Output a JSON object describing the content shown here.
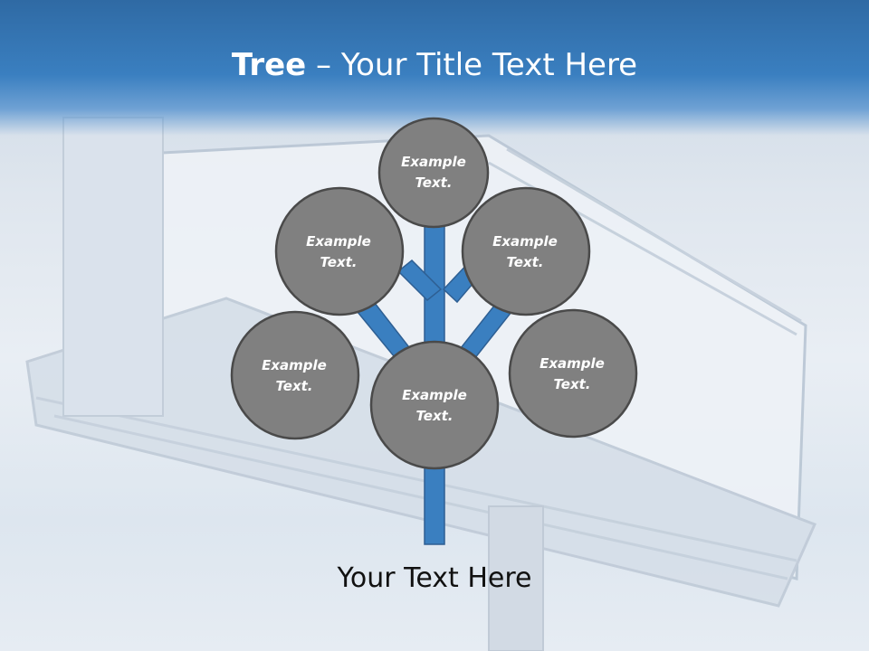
{
  "slide": {
    "title_bold": "Tree",
    "title_rest": " – Your Title Text Here",
    "bottom_text": "Your Text Here"
  },
  "nodes": [
    {
      "id": "top",
      "line1": "Example",
      "line2": "Text."
    },
    {
      "id": "upper-left",
      "line1": "Example",
      "line2": "Text."
    },
    {
      "id": "upper-right",
      "line1": "Example",
      "line2": "Text."
    },
    {
      "id": "lower-left",
      "line1": "Example",
      "line2": "Text."
    },
    {
      "id": "center",
      "line1": "Example",
      "line2": "Text."
    },
    {
      "id": "lower-right",
      "line1": "Example",
      "line2": "Text."
    }
  ],
  "colors": {
    "header": "#3a7fc0",
    "trunk": "#3a7fc0",
    "circle_fill": "#808080",
    "circle_stroke": "#4a4a4a"
  }
}
